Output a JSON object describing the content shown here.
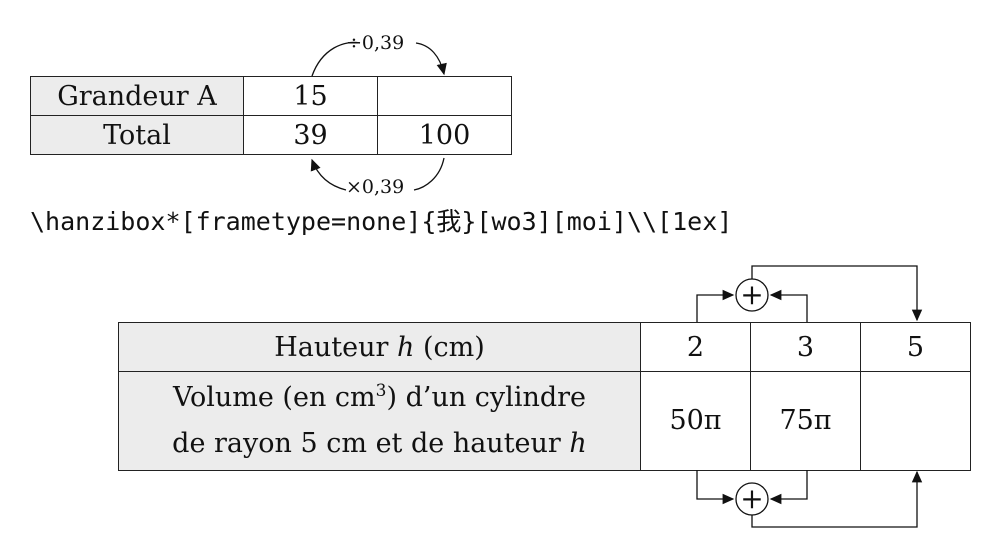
{
  "table1": {
    "rows": [
      [
        "Grandeur A",
        "15",
        ""
      ],
      [
        "Total",
        "39",
        "100"
      ]
    ],
    "arrow_top": "÷0,39",
    "arrow_bottom": "×0,39"
  },
  "code_line": "\\hanzibox*[frametype=none]{我}[wo3][moi]\\\\[1ex]",
  "table2": {
    "header_label_pre": "Hauteur ",
    "header_label_var": "h",
    "header_label_post": " (cm)",
    "header_values": [
      "2",
      "3",
      "5"
    ],
    "row2_line1_pre": "Volume (en cm",
    "row2_line1_sup": "3",
    "row2_line1_post": ") d’un cylindre",
    "row2_line2_pre": "de rayon 5 cm et de hauteur ",
    "row2_line2_var": "h",
    "row2_values": [
      "50π",
      "75π",
      ""
    ],
    "plus_symbol": "+"
  }
}
